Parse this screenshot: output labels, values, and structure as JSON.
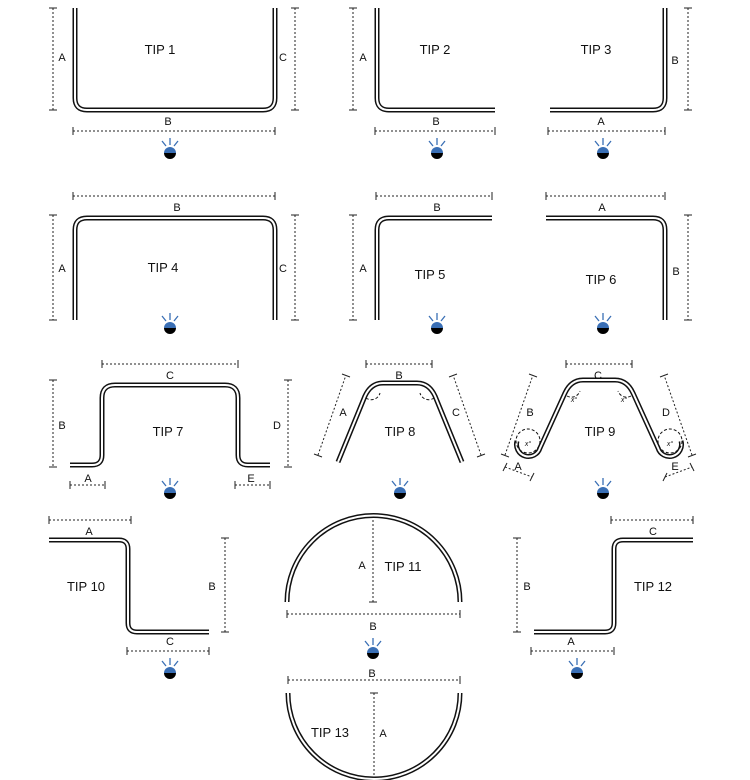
{
  "shapes": [
    {
      "title": "TIP 1",
      "labels": [
        "A",
        "B",
        "C"
      ]
    },
    {
      "title": "TIP 2",
      "labels": [
        "A",
        "B"
      ]
    },
    {
      "title": "TIP 3",
      "labels": [
        "A",
        "B"
      ]
    },
    {
      "title": "TIP 4",
      "labels": [
        "A",
        "B",
        "C"
      ]
    },
    {
      "title": "TIP 5",
      "labels": [
        "A",
        "B"
      ]
    },
    {
      "title": "TIP 6",
      "labels": [
        "A",
        "B"
      ]
    },
    {
      "title": "TIP 7",
      "labels": [
        "A",
        "B",
        "C",
        "D",
        "E"
      ]
    },
    {
      "title": "TIP 8",
      "labels": [
        "A",
        "B",
        "C"
      ]
    },
    {
      "title": "TIP 9",
      "labels": [
        "A",
        "B",
        "C",
        "D",
        "E"
      ],
      "angle": "x°"
    },
    {
      "title": "TIP 10",
      "labels": [
        "A",
        "B",
        "C"
      ]
    },
    {
      "title": "TIP 11",
      "labels": [
        "A",
        "B"
      ]
    },
    {
      "title": "TIP 12",
      "labels": [
        "A",
        "B",
        "C"
      ]
    },
    {
      "title": "TIP 13",
      "labels": [
        "A",
        "B"
      ]
    }
  ],
  "colors": {
    "icon_blue": "#3a6fb5",
    "bar": "#111111"
  }
}
